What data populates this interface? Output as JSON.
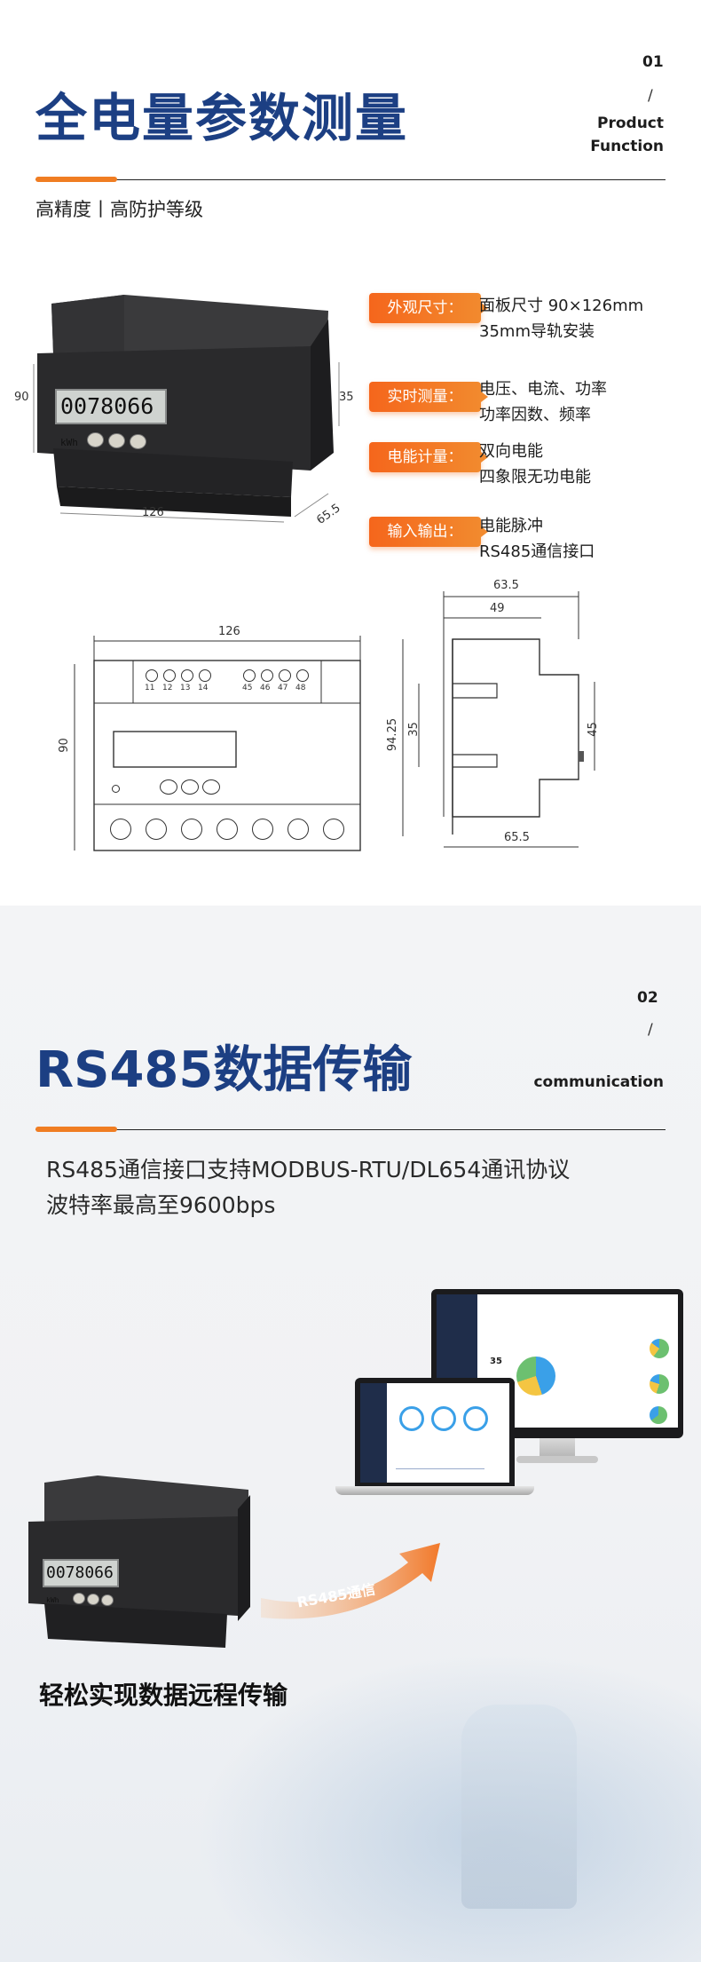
{
  "section1": {
    "number": "01",
    "slash": "/",
    "title": "全电量参数测量",
    "en_line1": "Product",
    "en_line2": "Function",
    "subtitle": "高精度丨高防护等级",
    "product": {
      "lcd_value": "0078066",
      "lcd_unit": "kWh",
      "dim_height": "90",
      "dim_width": "126",
      "dim_side": "35",
      "dim_depth": "65.5"
    },
    "specs": [
      {
        "tag": "外观尺寸：",
        "lines": [
          "面板尺寸 90×126mm",
          "35mm导轨安装"
        ]
      },
      {
        "tag": "实时测量：",
        "lines": [
          "电压、电流、功率",
          "功率因数、频率"
        ]
      },
      {
        "tag": "电能计量：",
        "lines": [
          "双向电能",
          "四象限无功电能"
        ]
      },
      {
        "tag": "输入输出：",
        "lines": [
          "电能脉冲",
          "RS485通信接口"
        ]
      }
    ],
    "front_drawing": {
      "width_label": "126",
      "height_label": "90",
      "top_terminals": [
        "11",
        "12",
        "13",
        "14",
        "45",
        "46",
        "47",
        "48"
      ]
    },
    "side_drawing": {
      "top_label": "63.5",
      "inner_label": "49",
      "height_label": "94.25",
      "rail_label": "35",
      "right_label": "45",
      "bottom_label": "65.5"
    }
  },
  "section2": {
    "number": "02",
    "slash": "/",
    "title": "RS485数据传输",
    "en": "communication",
    "desc_line1": "RS485通信接口支持MODBUS-RTU/DL654通讯协议",
    "desc_line2": "波特率最高至9600bps",
    "arrow_label": "RS485通信",
    "bottom_text": "轻松实现数据远程传输",
    "lcd_value": "0078066",
    "lcd_unit": "kWh",
    "monitor_gauge": "35"
  },
  "colors": {
    "title_blue": "#1c3f83",
    "accent_orange": "#f07d22"
  }
}
